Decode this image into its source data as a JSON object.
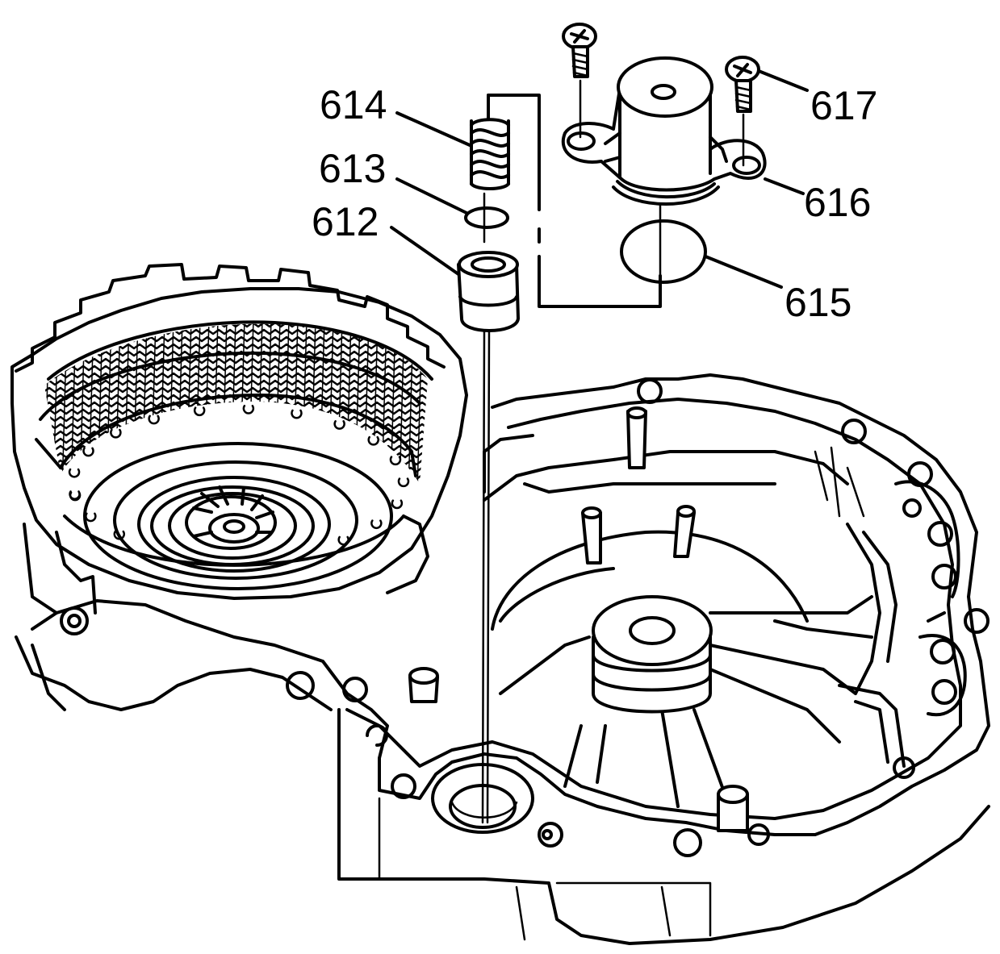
{
  "colors": {
    "ink": "#000000",
    "background": "#ffffff"
  },
  "callouts": [
    {
      "id": "612",
      "label": "612"
    },
    {
      "id": "613",
      "label": "613"
    },
    {
      "id": "614",
      "label": "614"
    },
    {
      "id": "615",
      "label": "615"
    },
    {
      "id": "616",
      "label": "616"
    },
    {
      "id": "617",
      "label": "617"
    }
  ]
}
